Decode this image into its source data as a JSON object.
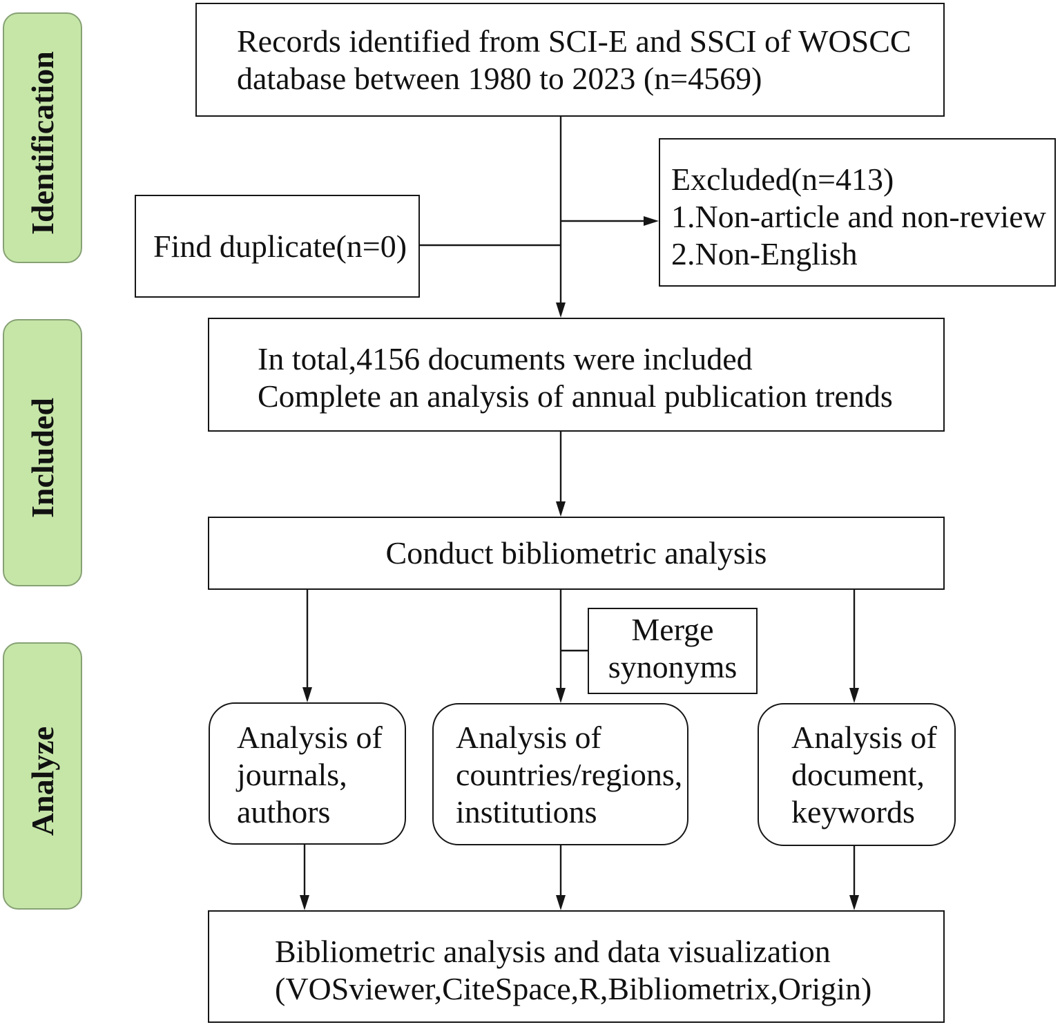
{
  "stages": {
    "identification": "Identification",
    "included": "Included",
    "analyze": "Analyze"
  },
  "records": {
    "lines": [
      "Records identified from SCI-E and SSCI of WOSCC",
      "database between 1980 to 2023 (n=4569)"
    ]
  },
  "duplicate": {
    "text": "Find duplicate(n=0)"
  },
  "excluded": {
    "lines": [
      "Excluded(n=413)",
      "1.Non-article and non-review",
      "2.Non-English"
    ]
  },
  "included_docs": {
    "lines": [
      "In total,4156 documents were included",
      "Complete an analysis of annual publication trends"
    ]
  },
  "bibliometric": {
    "text": "Conduct bibliometric analysis"
  },
  "merge": {
    "lines": [
      "Merge",
      "synonyms"
    ]
  },
  "analyses": [
    {
      "lines": [
        "Analysis of",
        "journals,",
        "authors"
      ]
    },
    {
      "lines": [
        "Analysis of",
        "countries/regions,",
        "institutions"
      ]
    },
    {
      "lines": [
        "Analysis of",
        "document,",
        "keywords"
      ]
    }
  ],
  "output": {
    "lines": [
      "Bibliometric analysis and data visualization",
      "(VOSviewer,CiteSpace,R,Bibliometrix,Origin)"
    ]
  },
  "colors": {
    "stage_fill": "#c6e6a8",
    "stage_border": "#86a173",
    "line": "#161616"
  }
}
